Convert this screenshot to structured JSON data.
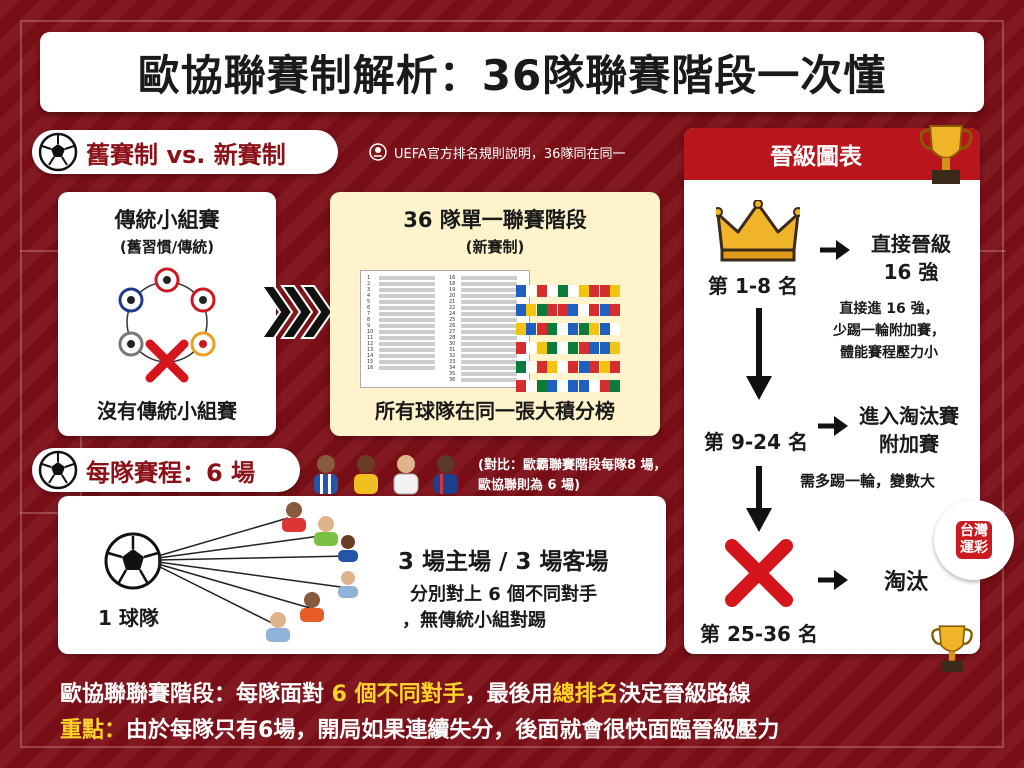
{
  "title": "歐協聯賽制解析：36隊聯賽階段一次懂",
  "section_old_vs_new": {
    "heading": "舊賽制 vs. 新賽制",
    "note": "UEFA官方排名規則說明，36隊同在同一"
  },
  "traditional": {
    "title": "傳統小組賽",
    "subtitle": "(舊習慣/傳統)",
    "caption": "沒有傳統小組賽"
  },
  "new_format": {
    "title": "36 隊單一聯賽階段",
    "subtitle": "(新賽制)",
    "caption": "所有球隊在同一張大積分榜",
    "ranks_col1": [
      "1",
      "2",
      "3",
      "4",
      "5",
      "6",
      "7",
      "8",
      "9",
      "10",
      "11",
      "12",
      "13",
      "14",
      "15",
      "16"
    ],
    "ranks_col2": [
      "16",
      "18",
      "19",
      "20",
      "21",
      "22",
      "24",
      "25",
      "26",
      "27",
      "28",
      "30",
      "31",
      "32",
      "33",
      "34",
      "35",
      "36"
    ]
  },
  "schedule": {
    "heading": "每隊賽程：6 場",
    "comparison": "(對比：歐霸聯賽階段每隊8 場，歐協聯則為 6 場)",
    "team_label": "1 球隊",
    "home_away": "3 場主場 / 3 場客場",
    "desc_line1": "分別對上 6 個不同對手",
    "desc_line2": "，無傳統小組對踢"
  },
  "promotion": {
    "heading": "晉級圖表",
    "rank1_label": "第 1-8 名",
    "rank1_result_line1": "直接晉級",
    "rank1_result_line2": "16 強",
    "rank1_note_line1": "直接進 16 強，",
    "rank1_note_line2": "少踢一輪附加賽，",
    "rank1_note_line3": "體能賽程壓力小",
    "rank2_label": "第 9-24 名",
    "rank2_result_line1": "進入淘汰賽",
    "rank2_result_line2": "附加賽",
    "rank2_note": "需多踢一輪，變數大",
    "rank3_label": "第 25-36 名",
    "rank3_result": "淘汰"
  },
  "badge": {
    "line1": "台灣",
    "line2": "運彩"
  },
  "bottom": {
    "line1_part1": "歐協聯聯賽階段：每隊面對 ",
    "line1_highlight1": "6 個不同對手",
    "line1_part2": "，最後用",
    "line1_highlight2": "總排名",
    "line1_part3": "決定晉級路線",
    "line2_highlight": "重點：",
    "line2_rest": "由於每隊只有6場，開局如果連續失分，後面就會很快面臨晉級壓力"
  },
  "colors": {
    "background": "#7d0f17",
    "accent_red": "#c91a1f",
    "highlight_yellow": "#ffd32a",
    "card_yellow": "#fff3cc"
  },
  "icons": [
    "soccer-ball-icon",
    "trophy-icon",
    "crown-icon",
    "cross-icon",
    "arrow-right-icon",
    "arrow-down-icon",
    "uefa-logo-icon"
  ]
}
